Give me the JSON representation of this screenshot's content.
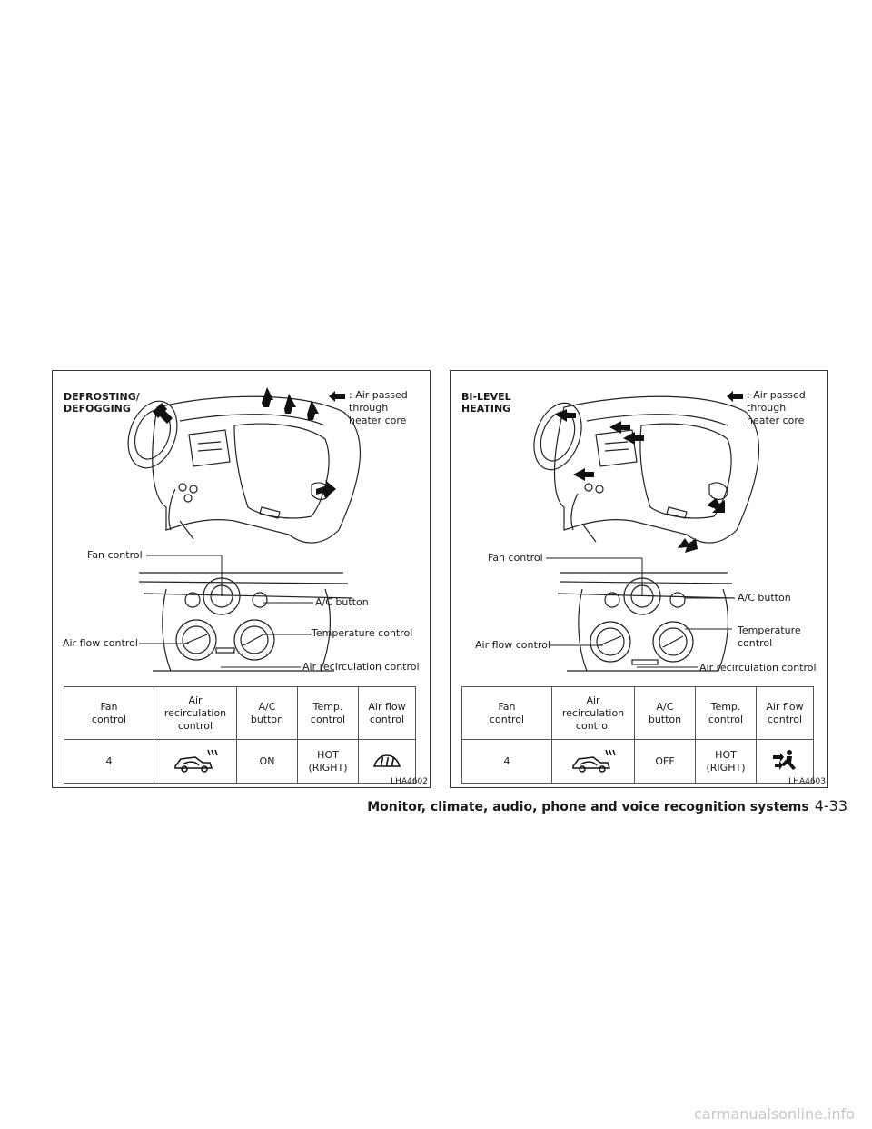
{
  "figures": [
    {
      "title": "DEFROSTING/\nDEFOGGING",
      "legend_text": ": Air passed\n   through\n   heater core",
      "labels": {
        "fan": "Fan control",
        "airflow": "Air flow control",
        "ac": "A/C button",
        "temp": "Temperature control",
        "recirc": "Air recirculation control"
      },
      "table": {
        "headers": [
          "Fan\ncontrol",
          "Air\nrecirculation\ncontrol",
          "A/C\nbutton",
          "Temp.\ncontrol",
          "Air flow\ncontrol"
        ],
        "fan_value": "4",
        "recirc_icon": "air-recirculation-icon",
        "ac_value": "ON",
        "temp_value": "HOT\n(RIGHT)",
        "airflow_icon": "defrost-icon"
      },
      "code": "LHA4602"
    },
    {
      "title": "BI-LEVEL\nHEATING",
      "legend_text": ": Air passed\n   through\n   heater core",
      "labels": {
        "fan": "Fan control",
        "airflow": "Air flow control",
        "ac": "A/C button",
        "temp": "Temperature\ncontrol",
        "recirc": "Air recirculation control"
      },
      "table": {
        "headers": [
          "Fan\ncontrol",
          "Air\nrecirculation\ncontrol",
          "A/C\nbutton",
          "Temp.\ncontrol",
          "Air flow\ncontrol"
        ],
        "fan_value": "4",
        "recirc_icon": "air-recirculation-icon",
        "ac_value": "OFF",
        "temp_value": "HOT\n(RIGHT)",
        "airflow_icon": "bi-level-icon"
      },
      "code": "LHA4603"
    }
  ],
  "footer": {
    "section": "Monitor, climate, audio, phone and voice recognition systems",
    "page": "4-33"
  },
  "watermark": "carmanualsonline.info"
}
